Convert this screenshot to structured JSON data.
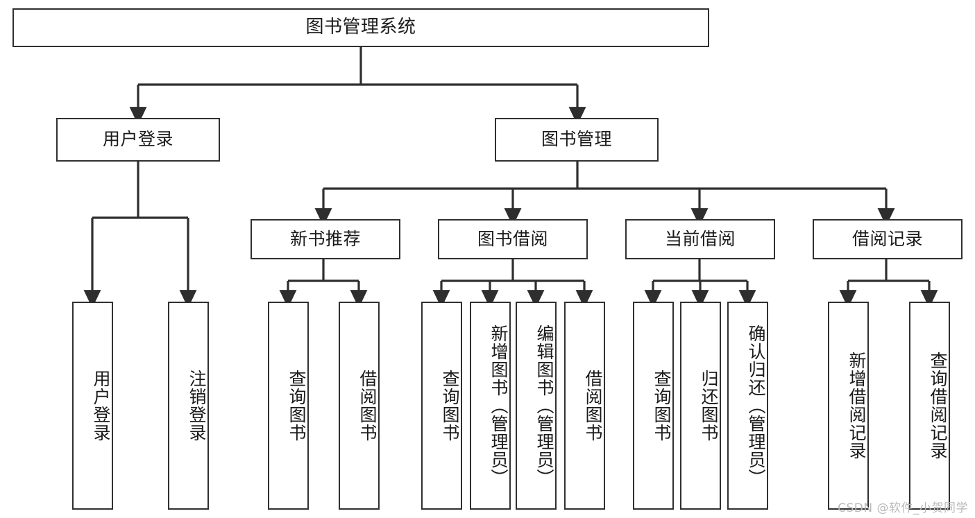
{
  "diagram": {
    "type": "tree",
    "title": "图书管理系统",
    "orientation": "top-down",
    "colors": {
      "box_border": "#30302f",
      "box_fill": "#ffffff",
      "edge": "#2e2e2e",
      "text": "#1a1a1a",
      "watermark": "#b9b9b9",
      "background": "#ffffff"
    },
    "root": {
      "label": "图书管理系统"
    },
    "level2": [
      {
        "label": "用户登录"
      },
      {
        "label": "图书管理"
      }
    ],
    "level3": [
      {
        "label": "新书推荐"
      },
      {
        "label": "图书借阅"
      },
      {
        "label": "当前借阅"
      },
      {
        "label": "借阅记录"
      }
    ],
    "leaves": {
      "user_login": [
        {
          "label": "用户登录"
        },
        {
          "label": "注销登录"
        }
      ],
      "new_book": [
        {
          "label": "查询图书"
        },
        {
          "label": "借阅图书"
        }
      ],
      "book_borrow": [
        {
          "label": "查询图书"
        },
        {
          "label": "新增图书（管理员）"
        },
        {
          "label": "编辑图书（管理员）"
        },
        {
          "label": "借阅图书"
        }
      ],
      "current_borrow": [
        {
          "label": "查询图书"
        },
        {
          "label": "归还图书"
        },
        {
          "label": "确认归还（管理员）"
        }
      ],
      "borrow_record": [
        {
          "label": "新增借阅记录"
        },
        {
          "label": "查询借阅记录"
        }
      ]
    },
    "watermark": "CSDN @软件_小贺同学"
  }
}
